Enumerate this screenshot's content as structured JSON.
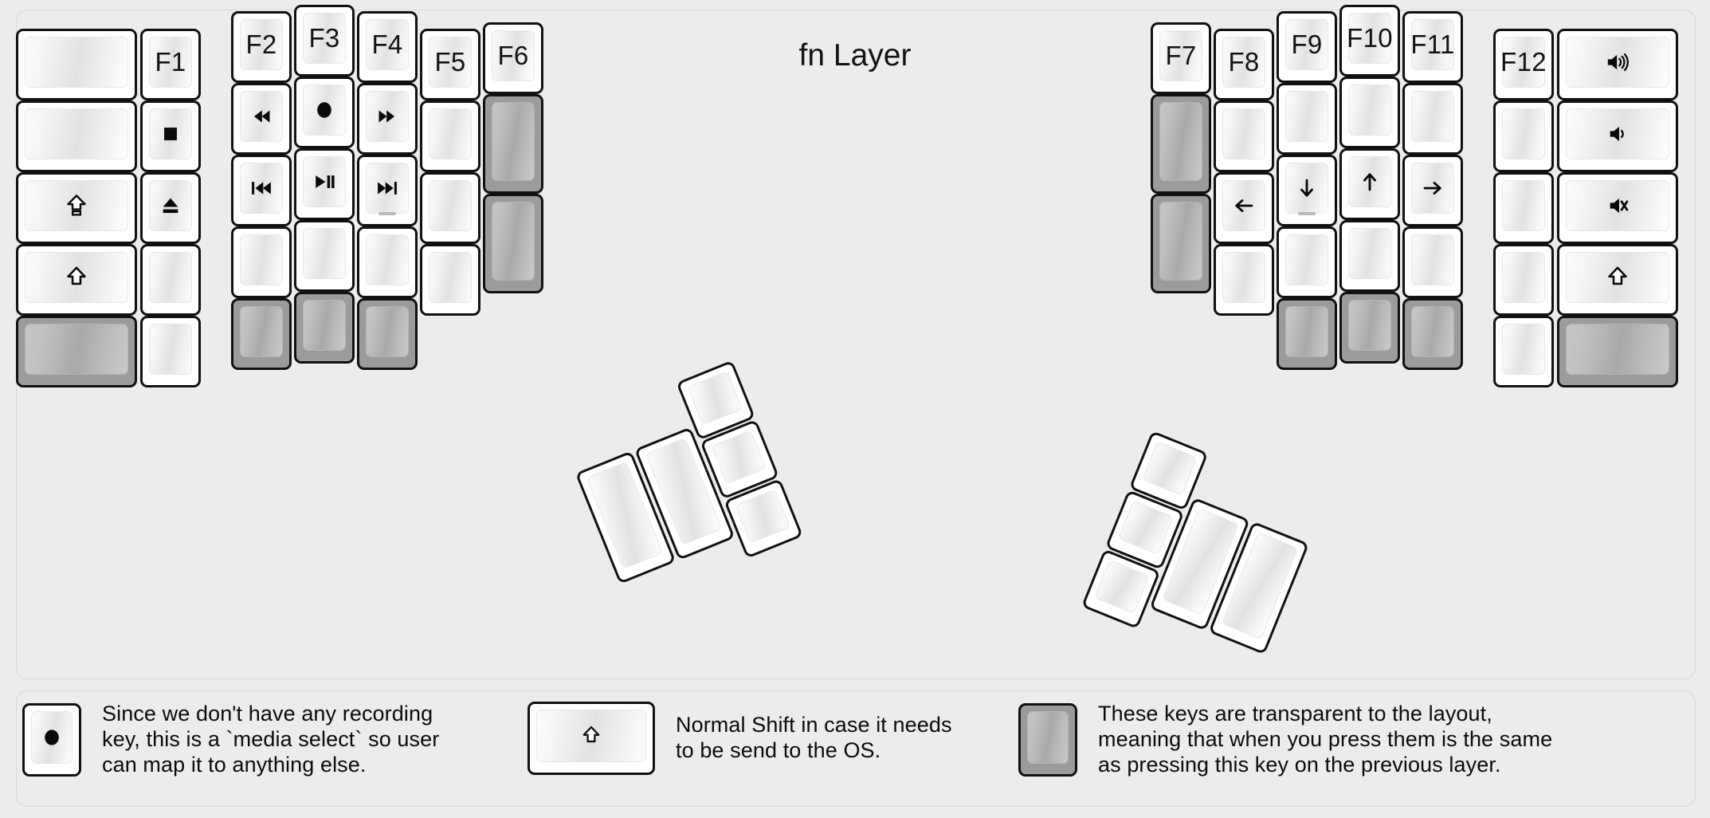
{
  "title": "fn Layer",
  "colors": {
    "background": "#eceded",
    "panel": "#ececec",
    "key_body": "#ffffff",
    "key_face": "#e2e2e2",
    "transparent_key_body": "#9b9b9b",
    "transparent_key_face": "#b4b4b4",
    "outline": "#111111",
    "text": "#0b0b0b"
  },
  "icon_names": {
    "record": "record-icon",
    "stop": "stop-icon",
    "eject": "eject-icon",
    "rewind": "rewind-icon",
    "fast_forward": "fast-forward-icon",
    "prev_track": "previous-track-icon",
    "play_pause": "play-pause-icon",
    "next_track": "next-track-icon",
    "caps_lock": "caps-lock-icon",
    "shift": "shift-icon",
    "volume_up": "volume-up-icon",
    "volume_down": "volume-down-icon",
    "mute": "mute-icon",
    "arrow_left": "arrow-left-icon",
    "arrow_down": "arrow-down-icon",
    "arrow_up": "arrow-up-icon",
    "arrow_right": "arrow-right-icon",
    "blank": "blank-key",
    "transparent": "transparent-key"
  },
  "left_half": {
    "columns": [
      {
        "name": "col-pinky-outer",
        "keys": [
          {
            "name": "key-blank-1",
            "label": "",
            "icon": "blank"
          },
          {
            "name": "key-blank-2",
            "label": "",
            "icon": "blank"
          },
          {
            "name": "key-caps-lock",
            "label": "",
            "icon": "caps_lock"
          },
          {
            "name": "key-shift-left",
            "label": "",
            "icon": "shift"
          },
          {
            "name": "key-transparent-1",
            "label": "",
            "icon": "transparent"
          }
        ]
      },
      {
        "name": "col-pinky",
        "keys": [
          {
            "name": "key-f1",
            "label": "F1",
            "icon": ""
          },
          {
            "name": "key-stop",
            "label": "",
            "icon": "stop"
          },
          {
            "name": "key-eject",
            "label": "",
            "icon": "eject"
          },
          {
            "name": "key-blank-3",
            "label": "",
            "icon": "blank"
          },
          {
            "name": "key-blank-4",
            "label": "",
            "icon": "blank"
          }
        ]
      },
      {
        "name": "col-ring",
        "keys": [
          {
            "name": "key-f2",
            "label": "F2",
            "icon": ""
          },
          {
            "name": "key-rewind",
            "label": "",
            "icon": "rewind"
          },
          {
            "name": "key-prev-track",
            "label": "",
            "icon": "prev_track"
          },
          {
            "name": "key-blank-5",
            "label": "",
            "icon": "blank"
          },
          {
            "name": "key-transparent-2",
            "label": "",
            "icon": "transparent"
          }
        ]
      },
      {
        "name": "col-middle",
        "keys": [
          {
            "name": "key-f3",
            "label": "F3",
            "icon": ""
          },
          {
            "name": "key-record",
            "label": "",
            "icon": "record"
          },
          {
            "name": "key-play-pause",
            "label": "",
            "icon": "play_pause"
          },
          {
            "name": "key-blank-6",
            "label": "",
            "icon": "blank"
          },
          {
            "name": "key-transparent-3",
            "label": "",
            "icon": "transparent"
          }
        ]
      },
      {
        "name": "col-index",
        "keys": [
          {
            "name": "key-f4",
            "label": "F4",
            "icon": ""
          },
          {
            "name": "key-fast-forward",
            "label": "",
            "icon": "fast_forward"
          },
          {
            "name": "key-next-track",
            "label": "",
            "icon": "next_track",
            "homing": true
          },
          {
            "name": "key-blank-7",
            "label": "",
            "icon": "blank"
          },
          {
            "name": "key-transparent-4",
            "label": "",
            "icon": "transparent"
          }
        ]
      },
      {
        "name": "col-inner",
        "keys": [
          {
            "name": "key-f5",
            "label": "F5",
            "icon": ""
          },
          {
            "name": "key-blank-8",
            "label": "",
            "icon": "blank"
          },
          {
            "name": "key-blank-9",
            "label": "",
            "icon": "blank"
          },
          {
            "name": "key-blank-10",
            "label": "",
            "icon": "blank"
          }
        ]
      },
      {
        "name": "col-inner-extra",
        "keys": [
          {
            "name": "key-f6",
            "label": "F6",
            "icon": ""
          },
          {
            "name": "key-transparent-5",
            "label": "",
            "icon": "transparent"
          },
          {
            "name": "key-transparent-6",
            "label": "",
            "icon": "transparent"
          }
        ]
      }
    ],
    "thumb_cluster": [
      {
        "name": "thumb-left-1",
        "label": "",
        "icon": "blank"
      },
      {
        "name": "thumb-left-2",
        "label": "",
        "icon": "blank"
      },
      {
        "name": "thumb-left-3",
        "label": "",
        "icon": "blank"
      },
      {
        "name": "thumb-left-4",
        "label": "",
        "icon": "blank"
      },
      {
        "name": "thumb-left-5",
        "label": "",
        "icon": "blank"
      }
    ]
  },
  "right_half": {
    "columns": [
      {
        "name": "col-inner-extra",
        "keys": [
          {
            "name": "key-f7",
            "label": "F7",
            "icon": ""
          },
          {
            "name": "key-transparent-7",
            "label": "",
            "icon": "transparent"
          },
          {
            "name": "key-transparent-8",
            "label": "",
            "icon": "transparent"
          }
        ]
      },
      {
        "name": "col-inner",
        "keys": [
          {
            "name": "key-f8",
            "label": "F8",
            "icon": ""
          },
          {
            "name": "key-blank-11",
            "label": "",
            "icon": "blank"
          },
          {
            "name": "key-arrow-left",
            "label": "",
            "icon": "arrow_left"
          },
          {
            "name": "key-blank-12",
            "label": "",
            "icon": "blank"
          }
        ]
      },
      {
        "name": "col-index",
        "keys": [
          {
            "name": "key-f9",
            "label": "F9",
            "icon": ""
          },
          {
            "name": "key-blank-13",
            "label": "",
            "icon": "blank"
          },
          {
            "name": "key-arrow-down",
            "label": "",
            "icon": "arrow_down",
            "homing": true
          },
          {
            "name": "key-blank-14",
            "label": "",
            "icon": "blank"
          },
          {
            "name": "key-transparent-9",
            "label": "",
            "icon": "transparent"
          }
        ]
      },
      {
        "name": "col-middle",
        "keys": [
          {
            "name": "key-f10",
            "label": "F10",
            "icon": ""
          },
          {
            "name": "key-blank-15",
            "label": "",
            "icon": "blank"
          },
          {
            "name": "key-arrow-up",
            "label": "",
            "icon": "arrow_up"
          },
          {
            "name": "key-blank-16",
            "label": "",
            "icon": "blank"
          },
          {
            "name": "key-transparent-10",
            "label": "",
            "icon": "transparent"
          }
        ]
      },
      {
        "name": "col-ring",
        "keys": [
          {
            "name": "key-f11",
            "label": "F11",
            "icon": ""
          },
          {
            "name": "key-blank-17",
            "label": "",
            "icon": "blank"
          },
          {
            "name": "key-arrow-right",
            "label": "",
            "icon": "arrow_right"
          },
          {
            "name": "key-blank-18",
            "label": "",
            "icon": "blank"
          },
          {
            "name": "key-transparent-11",
            "label": "",
            "icon": "transparent"
          }
        ]
      },
      {
        "name": "col-pinky",
        "keys": [
          {
            "name": "key-f12",
            "label": "F12",
            "icon": ""
          },
          {
            "name": "key-blank-19",
            "label": "",
            "icon": "blank"
          },
          {
            "name": "key-blank-20",
            "label": "",
            "icon": "blank"
          },
          {
            "name": "key-blank-21",
            "label": "",
            "icon": "blank"
          },
          {
            "name": "key-blank-22",
            "label": "",
            "icon": "blank"
          }
        ]
      },
      {
        "name": "col-pinky-outer",
        "keys": [
          {
            "name": "key-volume-up",
            "label": "",
            "icon": "volume_up"
          },
          {
            "name": "key-volume-down",
            "label": "",
            "icon": "volume_down"
          },
          {
            "name": "key-mute",
            "label": "",
            "icon": "mute"
          },
          {
            "name": "key-shift-right",
            "label": "",
            "icon": "shift"
          },
          {
            "name": "key-transparent-12",
            "label": "",
            "icon": "transparent"
          }
        ]
      }
    ],
    "thumb_cluster": [
      {
        "name": "thumb-right-1",
        "label": "",
        "icon": "blank"
      },
      {
        "name": "thumb-right-2",
        "label": "",
        "icon": "blank"
      },
      {
        "name": "thumb-right-3",
        "label": "",
        "icon": "blank"
      },
      {
        "name": "thumb-right-4",
        "label": "",
        "icon": "blank"
      },
      {
        "name": "thumb-right-5",
        "label": "",
        "icon": "blank"
      }
    ]
  },
  "legend": [
    {
      "name": "legend-record",
      "icon": "record",
      "text": "Since we don't have any recording\nkey, this is a `media select` so user\ncan map it to anything else."
    },
    {
      "name": "legend-shift",
      "icon": "shift",
      "text": "Normal Shift in case it needs\nto be send to the OS."
    },
    {
      "name": "legend-transparent",
      "icon": "transparent",
      "text": "These keys are transparent to the layout,\nmeaning that when you press them is the same\nas pressing this key on the previous layer."
    }
  ]
}
